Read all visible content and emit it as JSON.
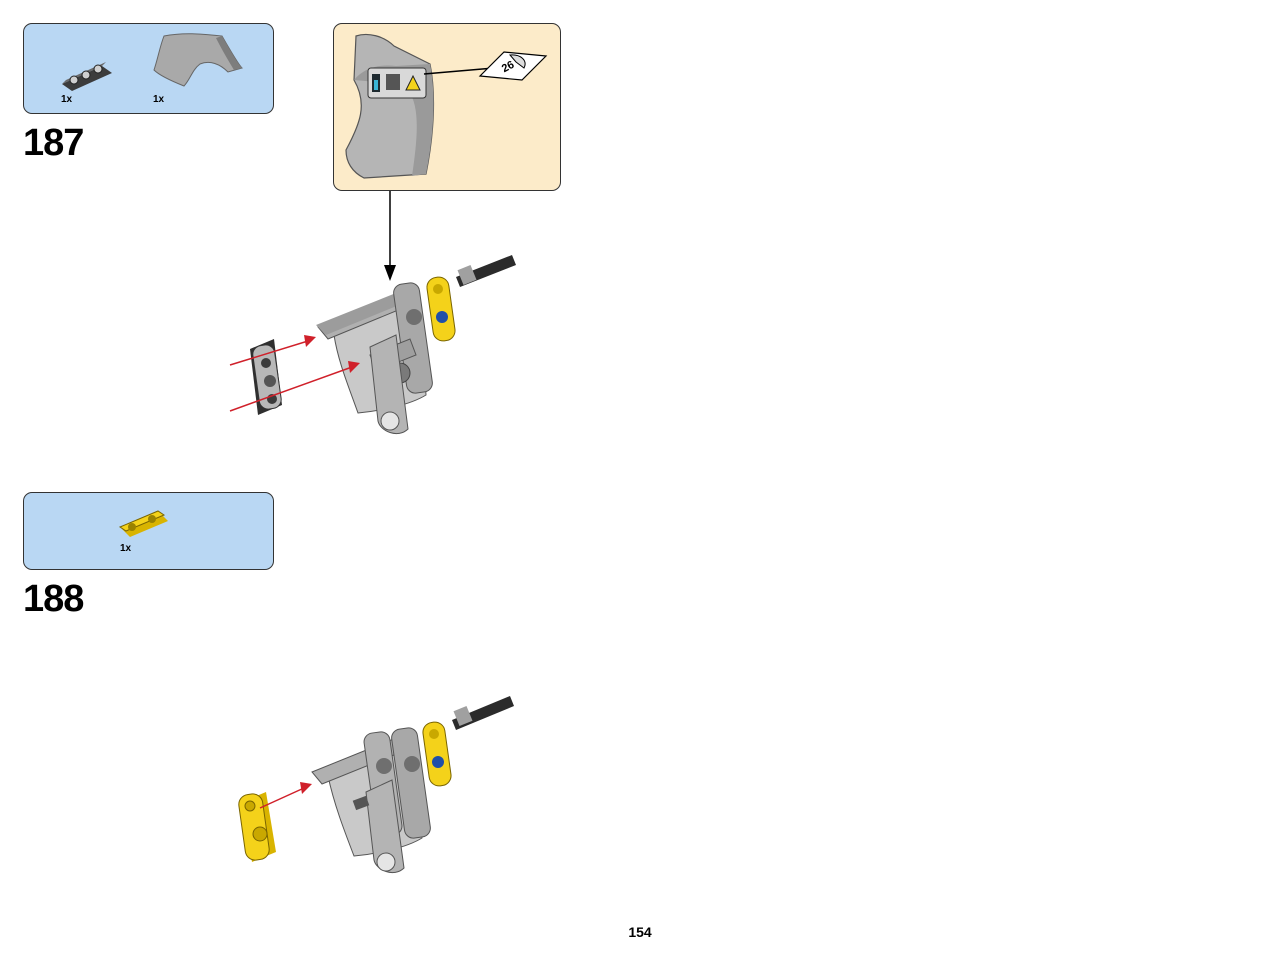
{
  "steps": [
    {
      "number": "187",
      "parts": [
        {
          "qty": "1x",
          "icon": "connector-beam-icon",
          "color": "#5a5a5a"
        },
        {
          "qty": "1x",
          "icon": "curved-panel-icon",
          "color": "#a9a9a9"
        }
      ],
      "sticker_number": "26"
    },
    {
      "number": "188",
      "parts": [
        {
          "qty": "1x",
          "icon": "yellow-connector-icon",
          "color": "#f4d21a"
        }
      ]
    }
  ],
  "page_number": "154",
  "colors": {
    "parts_list_bg": "#b9d7f3",
    "subassembly_bg": "#fcebc9",
    "arrow_red": "#d0202a",
    "beam_gray": "#a9a9a9",
    "technic_yellow": "#f4d21a"
  }
}
